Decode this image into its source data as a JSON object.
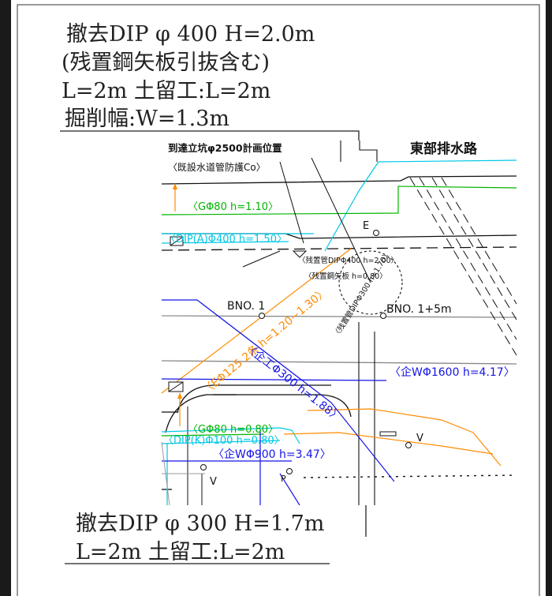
{
  "callout_top": {
    "line1": "撤去DIP φ 400 H=2.0m",
    "line2": "(残置鋼矢板引抜含む)",
    "line3": "L=2m 土留工:L=2m",
    "line4": "掘削幅:W=1.3m"
  },
  "callout_bottom": {
    "line1": "撤去DIP φ 300 H=1.7m",
    "line2": "L=2m 土留工:L=2m"
  },
  "plan_labels": {
    "shaft_position": "到達立坑φ2500計画位置",
    "existing_protection": "〈既設水道管防護Co〉",
    "east_channel": "東部排水路",
    "gas_top": "〈GΦ80 h=1.10〉",
    "dip_a": "〈DIP(A)Φ400 h=1.50〉",
    "residual_dip400": "〈残置管DIPΦ400 h=2.00〉",
    "residual_sheet_pile": "〈残置鋼矢板 h=0.80〉",
    "residual_dip300": "〈残置管DIPΦ300 h=1.70〉",
    "electric": "〈EΦ125 2条 h=1.20~1.30〉",
    "sewer_300": "〈企工Φ300 h=1.88〉",
    "water_1600": "〈企WΦ1600 h=4.17〉",
    "gas_bottom": "〈GΦ80 h=0.80〉",
    "dip_k": "〈DIP(K)Φ100 h=0.80〉",
    "water_900": "〈企WΦ900 h=3.47〉",
    "bno1": "BNO. 1",
    "bno1_5": "BNO. 1+5m",
    "marker_e": "E",
    "marker_v1": "V",
    "marker_v2": "V",
    "marker_p": "P"
  },
  "colors": {
    "cyan": "#00c8e6",
    "green": "#00b400",
    "orange": "#ff8c00",
    "blue": "#1414e6",
    "black": "#111111",
    "gray": "#9a9a9a",
    "frame": "#1a1a1a"
  }
}
